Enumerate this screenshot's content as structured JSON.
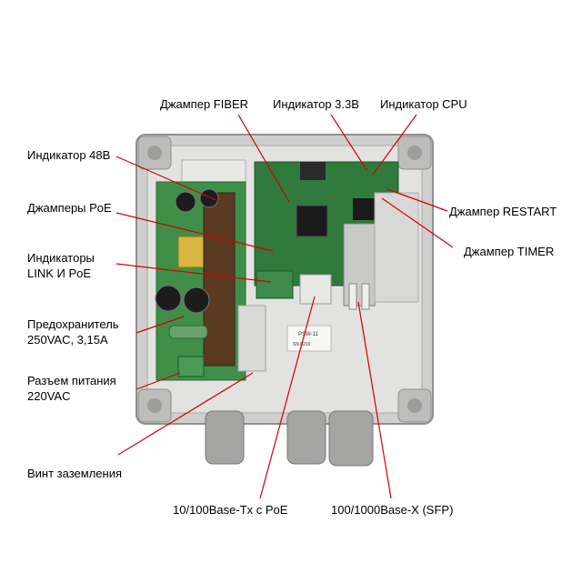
{
  "title": "",
  "labels": {
    "fiber": "Джампер FIBER",
    "ind33": "Индикатор 3.3В",
    "cpu": "Индикатор CPU",
    "ind48": "Индикатор 48В",
    "poe_jumpers": "Джамперы PoE",
    "link_poe_1": "Индикаторы",
    "link_poe_2": "LINK И PoE",
    "fuse_1": "Предохранитель",
    "fuse_2": "250VAC, 3,15A",
    "power_1": "Разъем питания",
    "power_2": "220VAC",
    "ground": "Винт заземления",
    "restart": "Джампер RESTART",
    "timer": "Джампер TIMER",
    "base_tx": "10/100Base-Tx с PoE",
    "sfp": "100/1000Base-X (SFP)"
  },
  "device_marks": {
    "sticker_line1": "PSW-11",
    "sticker_line2": "SN 0210"
  },
  "colors": {
    "leader": "#d40000",
    "enclosure": "#c9c9c7",
    "enclosure_edge": "#9a9a98",
    "pcb": "#2f7a3c",
    "power_board": "#3f8f48"
  }
}
